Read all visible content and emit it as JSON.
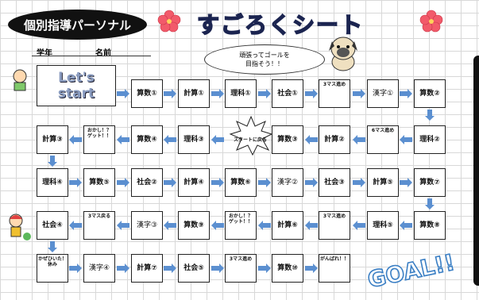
{
  "header": {
    "label": "個別指導パーソナル"
  },
  "title": "すごろくシート",
  "name_fields": {
    "grade": "学年",
    "name": "名前"
  },
  "speech": {
    "line1": "頑張ってゴールを",
    "line2": "目指そう！！"
  },
  "start": {
    "line1": "Let's",
    "line2": "start"
  },
  "goal": "GOAL!!",
  "rows": [
    [
      "算数①",
      "計算①",
      "理科①",
      "社会①",
      "3マス進め",
      "漢字①",
      "算数②"
    ],
    [
      "計算③",
      "おかし！？ ゲット！！",
      "算数④",
      "理科③",
      "スタートに戻る",
      "算数③",
      "計算②",
      "6マス進め",
      "理科②"
    ],
    [
      "理科④",
      "算数⑤",
      "社会②",
      "計算④",
      "算数⑥",
      "漢字②",
      "社会③",
      "計算⑤",
      "算数⑦"
    ],
    [
      "社会④",
      "3マス戻る",
      "漢字③",
      "算数⑨",
      "おかし！？ ゲット！！",
      "計算⑥",
      "3マス進め",
      "理科⑤",
      "算数⑧"
    ],
    [
      "かぜひいた！ 休み",
      "漢字④",
      "計算⑦",
      "社会⑤",
      "3マス進め",
      "算数⑩",
      "がんばれ！！"
    ]
  ],
  "colors": {
    "grid": "#d8d8d8",
    "arrow": "#5b8fd0",
    "flower": "#f25a6a",
    "title_outline": "#1b2450"
  }
}
